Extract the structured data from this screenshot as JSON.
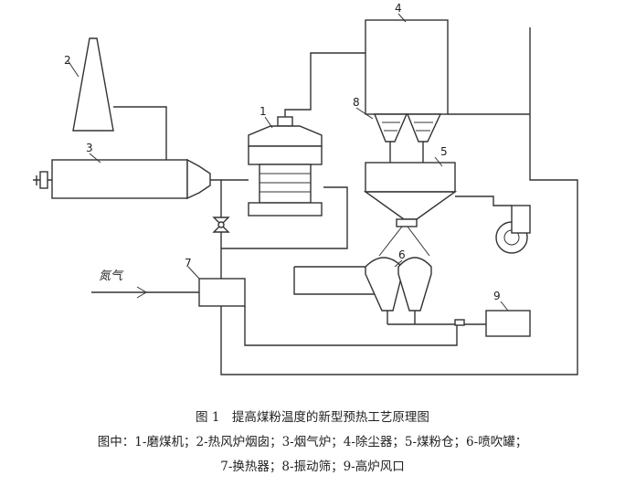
{
  "diagram": {
    "labels": {
      "stack": "2",
      "furnace": "3",
      "mill": "1",
      "filter": "4",
      "screen": "8",
      "bin": "5",
      "tank": "6",
      "exchanger": "7",
      "tuyere": "9",
      "nitrogen": "氮气"
    }
  },
  "caption": {
    "title": "图 1　提高煤粉温度的新型预热工艺原理图",
    "legend_line1": "图中：1-磨煤机；2-热风炉烟囱；3-烟气炉；4-除尘器；5-煤粉仓；6-喷吹罐；",
    "legend_line2": "7-换热器；8-振动筛；9-高炉风口"
  }
}
